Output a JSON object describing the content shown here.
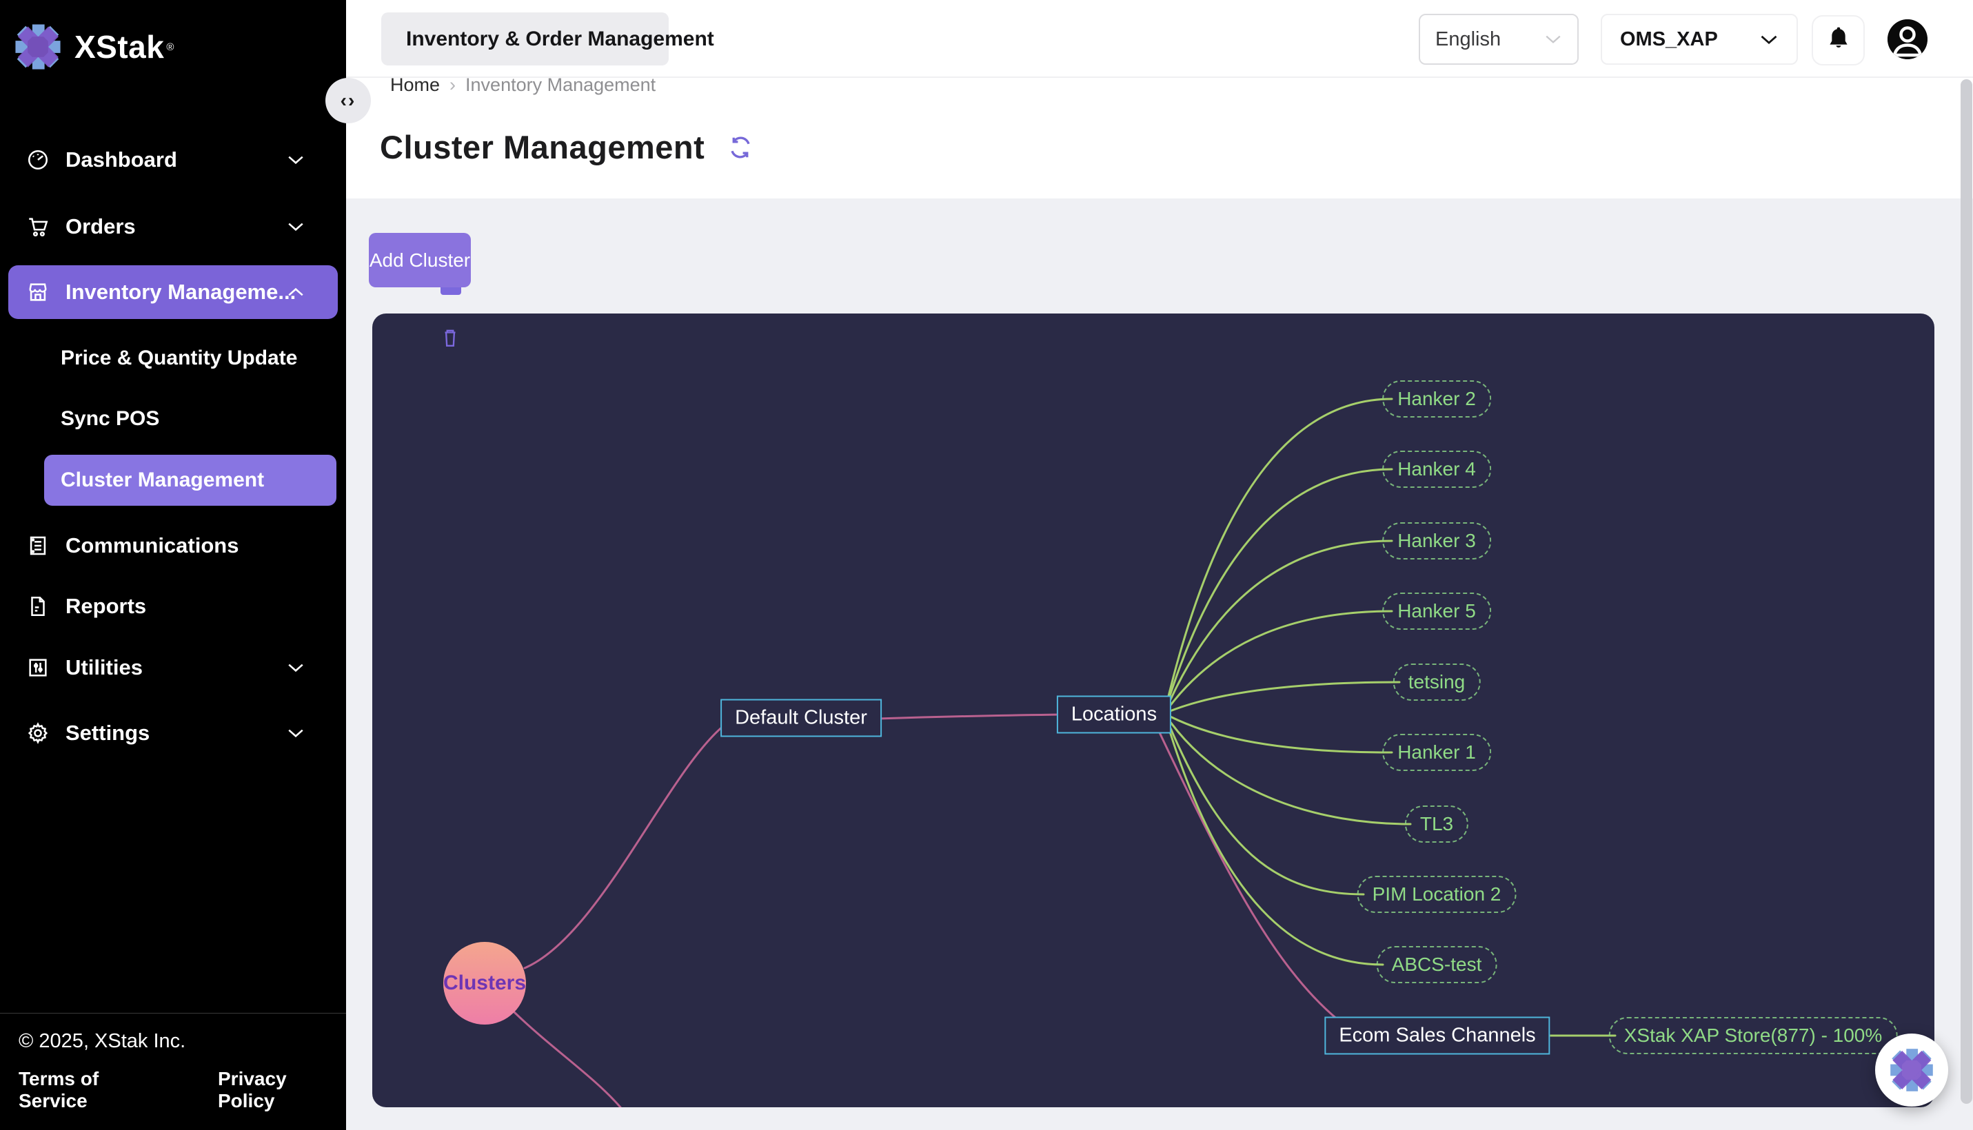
{
  "app": {
    "brand": "XStak",
    "brand_mark": "®"
  },
  "sidebar": {
    "items": [
      {
        "label": "Dashboard"
      },
      {
        "label": "Orders"
      },
      {
        "label": "Inventory Manageme..."
      },
      {
        "label": "Price & Quantity Update"
      },
      {
        "label": "Sync POS"
      },
      {
        "label": "Cluster Management"
      },
      {
        "label": "Communications"
      },
      {
        "label": "Reports"
      },
      {
        "label": "Utilities"
      },
      {
        "label": "Settings"
      }
    ],
    "footer": {
      "copyright": "© 2025, XStak Inc.",
      "terms": "Terms of Service",
      "privacy": "Privacy Policy"
    },
    "collapse_glyph": "‹›"
  },
  "header": {
    "app_switcher": "Inventory & Order Management",
    "language": "English",
    "workspace": "OMS_XAP"
  },
  "breadcrumb": {
    "home": "Home",
    "separator": "›",
    "current": "Inventory Management"
  },
  "page": {
    "title": "Cluster Management",
    "add_button": "Add Cluster"
  },
  "mindmap": {
    "root": "Clusters",
    "clusters": [
      {
        "name": "Default Cluster",
        "groups": [
          {
            "name": "Locations",
            "locations": [
              "Hanker 2",
              "Hanker 4",
              "Hanker 3",
              "Hanker 5",
              "tetsing",
              "Hanker 1",
              "TL3",
              "PIM Location 2",
              "ABCS-test"
            ]
          },
          {
            "name": "Ecom Sales Channels",
            "channels": [
              "XStak XAP Store(877) - 100%"
            ]
          }
        ]
      }
    ]
  },
  "colors": {
    "accent_purple": "#8a73de",
    "sidebar_active": "#7b64d8",
    "canvas_bg": "#2a2a46",
    "node_border_cyan": "#4fb6dc",
    "leaf_green": "#90db86",
    "edge_green": "#a6cf6b",
    "edge_pink": "#b9618f",
    "root_gradient_top": "#f4a58e",
    "root_gradient_bottom": "#ee7ea7"
  }
}
